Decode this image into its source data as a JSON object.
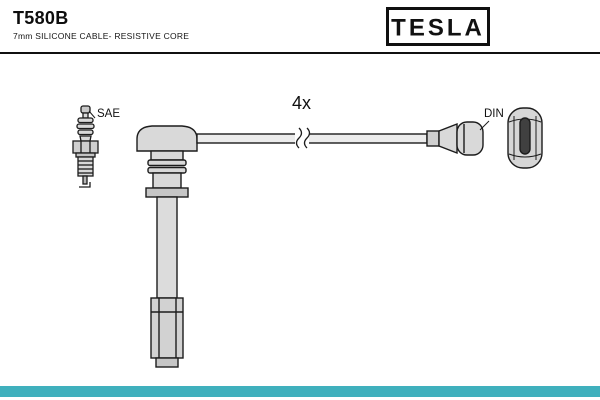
{
  "header": {
    "title": "T580B",
    "subtitle": "7mm SILICONE CABLE- RESISTIVE CORE"
  },
  "brand": {
    "logo_text": "TESLA"
  },
  "diagram": {
    "quantity_label": "4x",
    "labels": {
      "sae": "SAE",
      "din": "DIN"
    },
    "parts": [
      "spark-plug",
      "coil-boot-with-cable",
      "din-connector",
      "end-cap"
    ]
  },
  "colors": {
    "accent_bar": "#3fb0bd",
    "line": "#1c1c1c",
    "fill_light": "#d9d9d9",
    "fill_mid": "#c6c6c6"
  }
}
